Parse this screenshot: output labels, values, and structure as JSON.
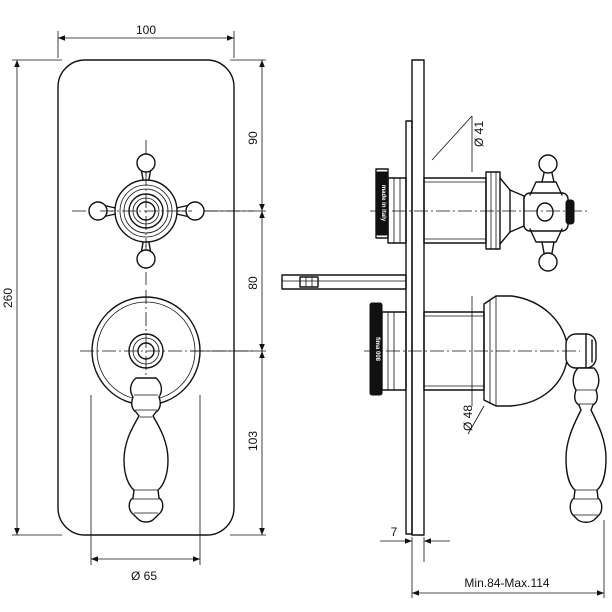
{
  "dimensions": {
    "width": "100",
    "height_total": "260",
    "upper": "90",
    "middle": "80",
    "lower": "103",
    "dial_dia": "Ø 65",
    "knob_dia": "Ø 41",
    "body_dia": "Ø 48",
    "plate_thickness": "7",
    "depth_range": "Min.84-Max.114"
  },
  "stamps": {
    "upper": "made in italy",
    "lower": "fima 008"
  },
  "colors": {
    "line": "#111111",
    "background": "#ffffff"
  }
}
